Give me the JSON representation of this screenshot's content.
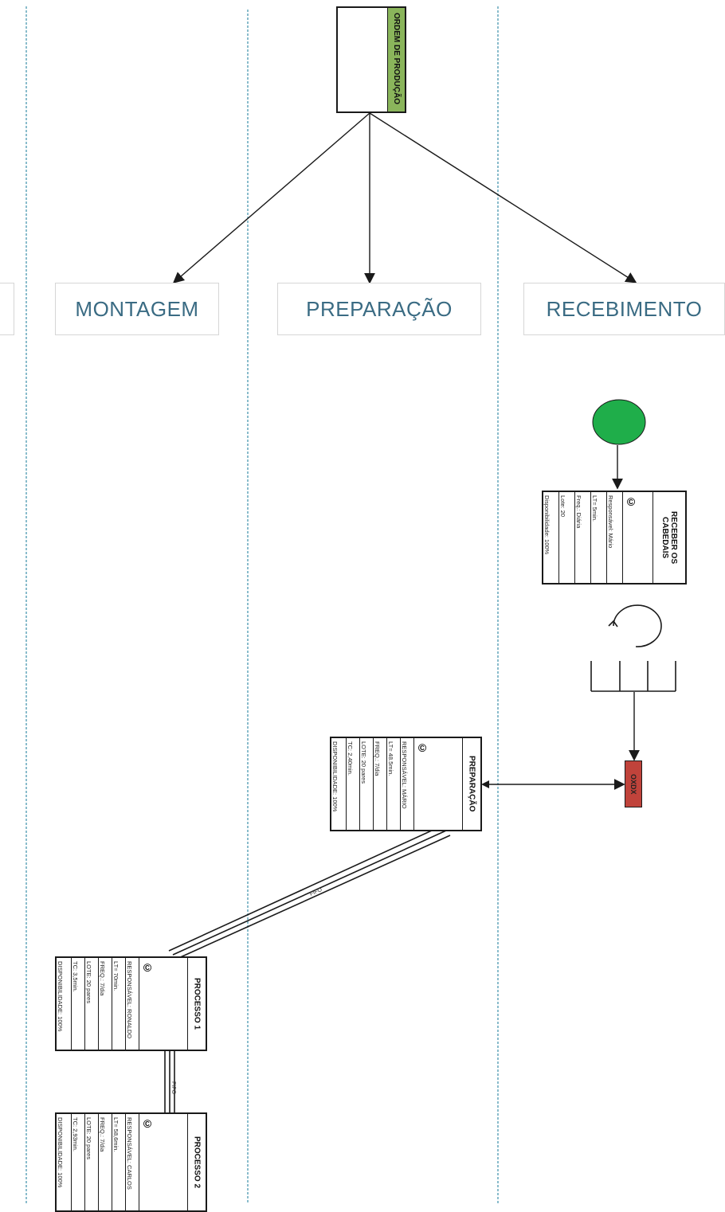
{
  "order": {
    "label": "ORDEM DE PRODUÇÃO",
    "color": "#8ab55b"
  },
  "lanes": [
    {
      "label": "MONTAGEM"
    },
    {
      "label": "PREPARAÇÃO"
    },
    {
      "label": "RECEBIMENTO"
    }
  ],
  "start_event_color": "#1fae4a",
  "receber": {
    "title": "RECEBER OS CABEDAIS",
    "fields": [
      "Responsável: Mário",
      "LT= 5min.",
      "Freq.: Diária",
      "Lote: 20",
      "Disponibilidade: 100%"
    ]
  },
  "xdx": {
    "label": "OXDX",
    "color": "#c0433b"
  },
  "preparacao": {
    "title": "PREPARAÇÃO",
    "fields": [
      "RESPONSÁVEL: MÁRIO",
      "LT= 48.5min.",
      "FREQ.: 7/dia",
      "LOTE: 20 pares",
      "TC: 2,40min.",
      "DISPONIBILIDADE: 100%"
    ]
  },
  "processo1": {
    "title": "PROCESSO 1",
    "fields": [
      "RESPONSÁVEL: RONALDO",
      "LT= 70min.",
      "FREQ.: 7/dia",
      "LOTE: 20 pares",
      "TC: 3,5min.",
      "DISPONIBILIDADE: 100%"
    ]
  },
  "processo2": {
    "title": "PROCESSO 2",
    "fields": [
      "RESPONSÁVEL: CARLOS",
      "LT= 58,6min.",
      "FREQ.: 7/dia",
      "LOTE: 20 pares",
      "TC: 2,93min.",
      "DISPONIBILIDADE: 100%"
    ]
  },
  "flow_labels": {
    "prep_to_p1": "FIFO",
    "p1_to_p2": "FIFO"
  },
  "icons": {
    "cycle": "cycle-arrow-icon",
    "supermarket": "supermarket-icon",
    "operator": "operator-icon"
  }
}
